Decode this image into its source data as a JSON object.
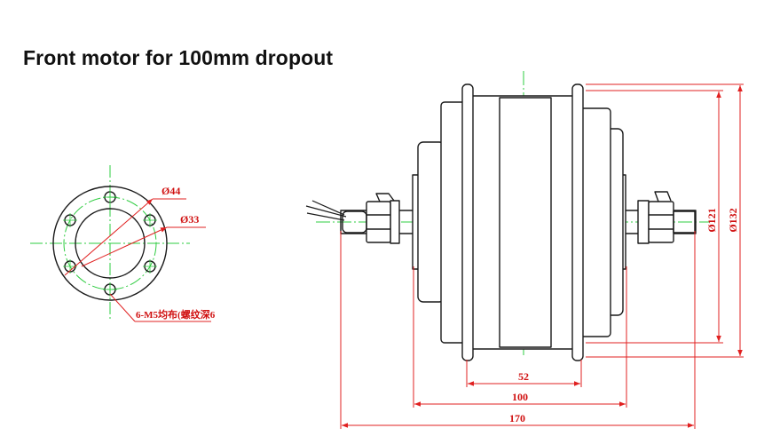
{
  "title": "Front motor for 100mm dropout",
  "colors": {
    "outline": "#1a1a1a",
    "center_line": "#2ecc40",
    "dimension": "#e02020",
    "label": "#d01010"
  },
  "flange_view": {
    "diameter_outer": "Ø44",
    "diameter_bolt": "Ø33",
    "hole_note": "6-M5均布(螺纹深6"
  },
  "side_view": {
    "dim_hub_width": "52",
    "dim_dropout": "100",
    "dim_axle_length": "170",
    "dim_flange_dia": "Ø121",
    "dim_shell_dia": "Ø132"
  }
}
